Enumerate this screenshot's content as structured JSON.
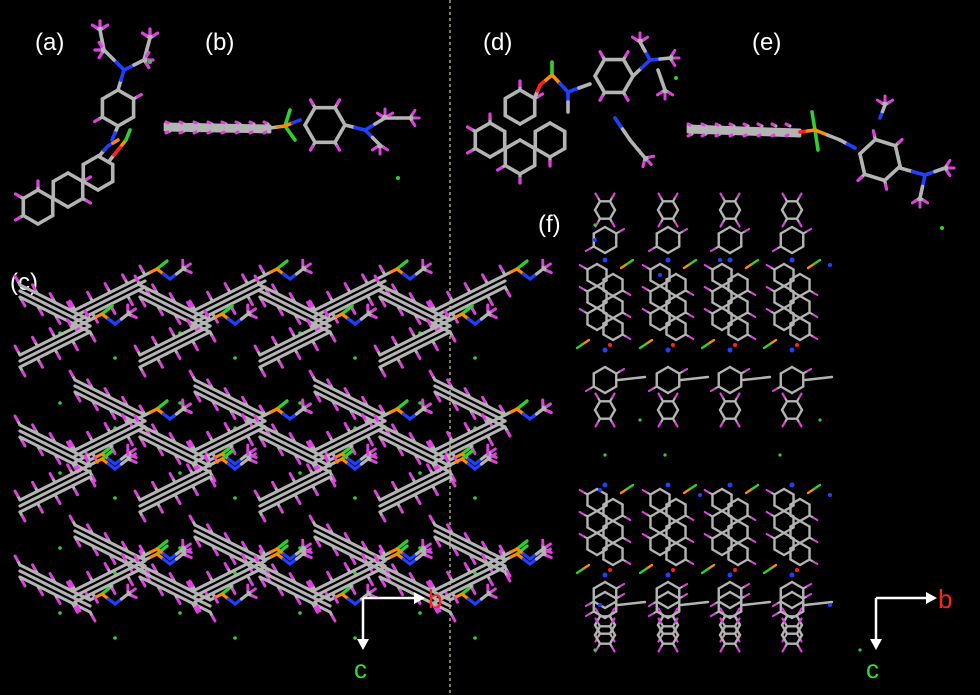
{
  "panels": {
    "a": "(a)",
    "b": "(b)",
    "c": "(c)",
    "d": "(d)",
    "e": "(e)",
    "f": "(f)"
  },
  "axes_left": {
    "h_label": "b",
    "v_label": "c"
  },
  "axes_right": {
    "h_label": "b",
    "v_label": "c"
  },
  "colors": {
    "background": "#000000",
    "divider": "#d8d48a",
    "carbon": "#b4b4b4",
    "hydrogen": "#e040e0",
    "nitrogen": "#2040ff",
    "oxygen": "#ff2020",
    "phosphorus": "#ff8c00",
    "chlorine": "#30d030",
    "axis_b": "#ff2020",
    "axis_c": "#30e030"
  }
}
